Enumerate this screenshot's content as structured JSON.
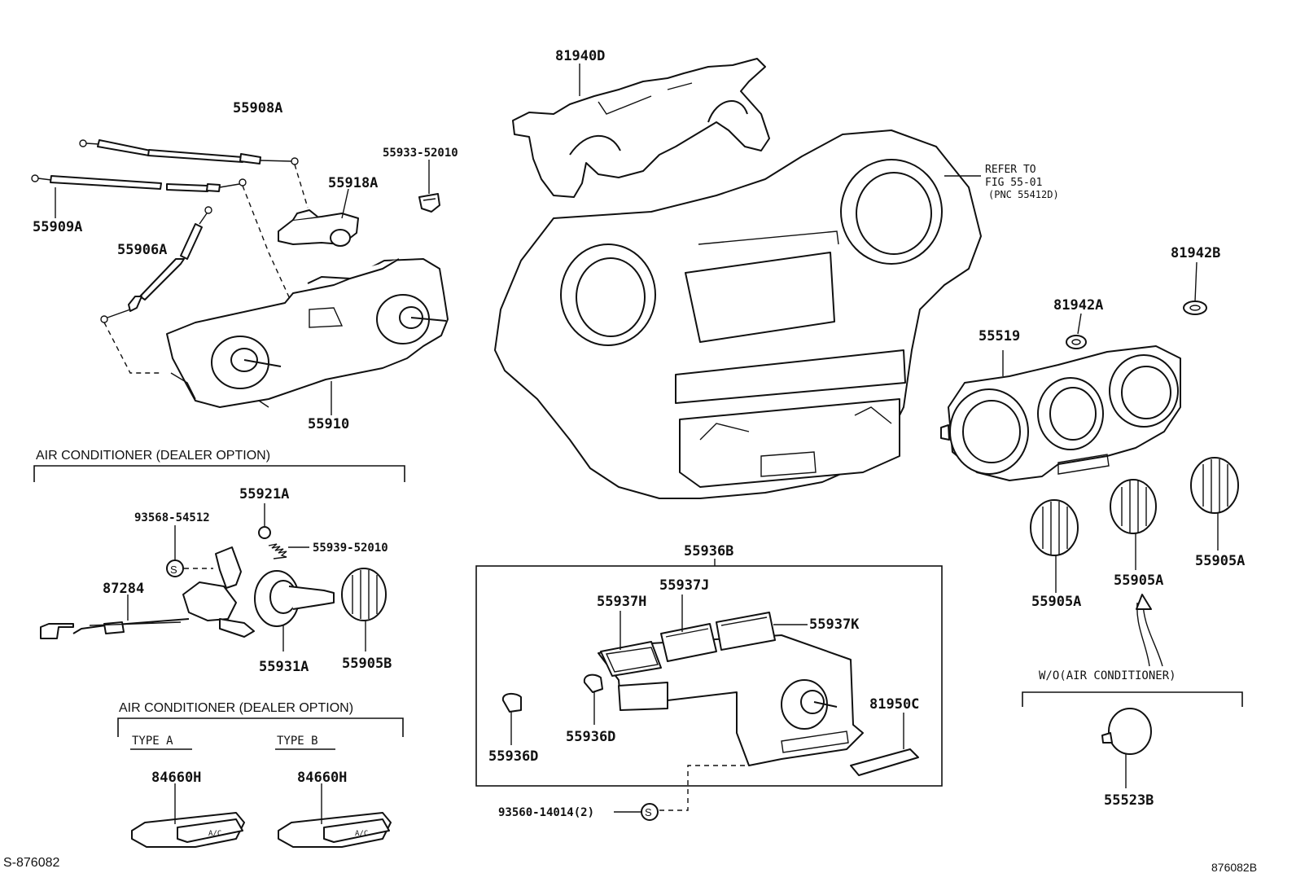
{
  "parts": {
    "p55908A": "55908A",
    "p55933": "55933-52010",
    "p55918A": "55918A",
    "p55909A": "55909A",
    "p55906A": "55906A",
    "p55910": "55910",
    "p81940D": "81940D",
    "p81942B": "81942B",
    "p81942A": "81942A",
    "p55519": "55519",
    "p55921A": "55921A",
    "p93568": "93568-54512",
    "p55939": "55939-52010",
    "p87284": "87284",
    "p55931A": "55931A",
    "p55905B": "55905B",
    "p55936B": "55936B",
    "p55937J": "55937J",
    "p55937H": "55937H",
    "p55937K": "55937K",
    "p81950C": "81950C",
    "p55936D_left": "55936D",
    "p55936D_mid": "55936D",
    "p93560": "93560-14014(2)",
    "p55905A_left": "55905A",
    "p55905A_mid": "55905A",
    "p55905A_right": "55905A",
    "p55523B": "55523B",
    "p84660H_a": "84660H",
    "p84660H_b": "84660H"
  },
  "refer": {
    "line1": "REFER TO",
    "line2": "FIG 55-01",
    "line3": "(PNC 55412D)"
  },
  "groups": {
    "ac_dealer_1": "AIR CONDITIONER (DEALER OPTION)",
    "ac_dealer_2": "AIR CONDITIONER (DEALER OPTION)",
    "type_a": "TYPE  A",
    "type_b": "TYPE  B",
    "wo_ac": "W/O(AIR CONDITIONER)"
  },
  "symbols": {
    "s_screw": "S"
  },
  "button_text": {
    "ac": "A/C"
  },
  "footer": {
    "left": "S-876082",
    "right": "876082B"
  }
}
